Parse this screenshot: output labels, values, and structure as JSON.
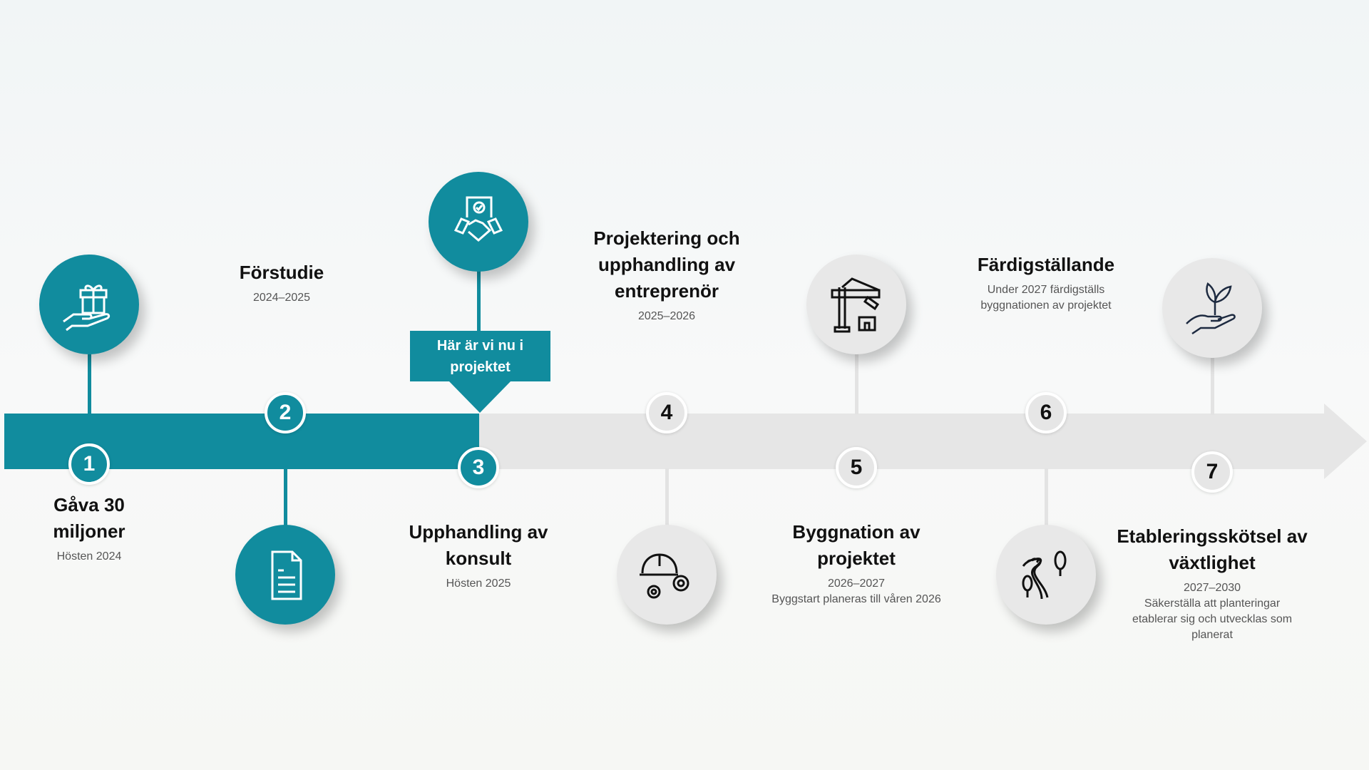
{
  "colors": {
    "accent": "#118c9e",
    "inactive": "#e6e6e6"
  },
  "callout": {
    "label": "Här är vi nu i projektet"
  },
  "steps": [
    {
      "number": "1",
      "title": "Gåva 30 miljoner",
      "sub": [
        "Hösten 2024"
      ],
      "icon": "gift-in-hand-icon",
      "done": true
    },
    {
      "number": "2",
      "title": "Förstudie",
      "sub": [
        "2024–2025"
      ],
      "icon": "document-icon",
      "done": true
    },
    {
      "number": "3",
      "title": "Upphandling av konsult",
      "sub": [
        "Hösten 2025"
      ],
      "icon": "handshake-contract-icon",
      "done": true
    },
    {
      "number": "4",
      "title": "Projektering och upphandling av entreprenör",
      "sub": [
        "2025–2026"
      ],
      "icon": "helmet-gears-icon",
      "done": false
    },
    {
      "number": "5",
      "title": "Byggnation av projektet",
      "sub": [
        "2026–2027",
        "Byggstart planeras till våren 2026"
      ],
      "icon": "crane-icon",
      "done": false
    },
    {
      "number": "6",
      "title": "Färdigställande",
      "sub": [
        "Under 2027 färdigställs byggnationen av projektet"
      ],
      "icon": "road-trees-icon",
      "done": false
    },
    {
      "number": "7",
      "title": "Etableringsskötsel av växtlighet",
      "sub": [
        "2027–2030",
        "Säkerställa att planteringar etablerar sig och utvecklas som planerat"
      ],
      "icon": "plant-in-hand-icon",
      "done": false
    }
  ]
}
